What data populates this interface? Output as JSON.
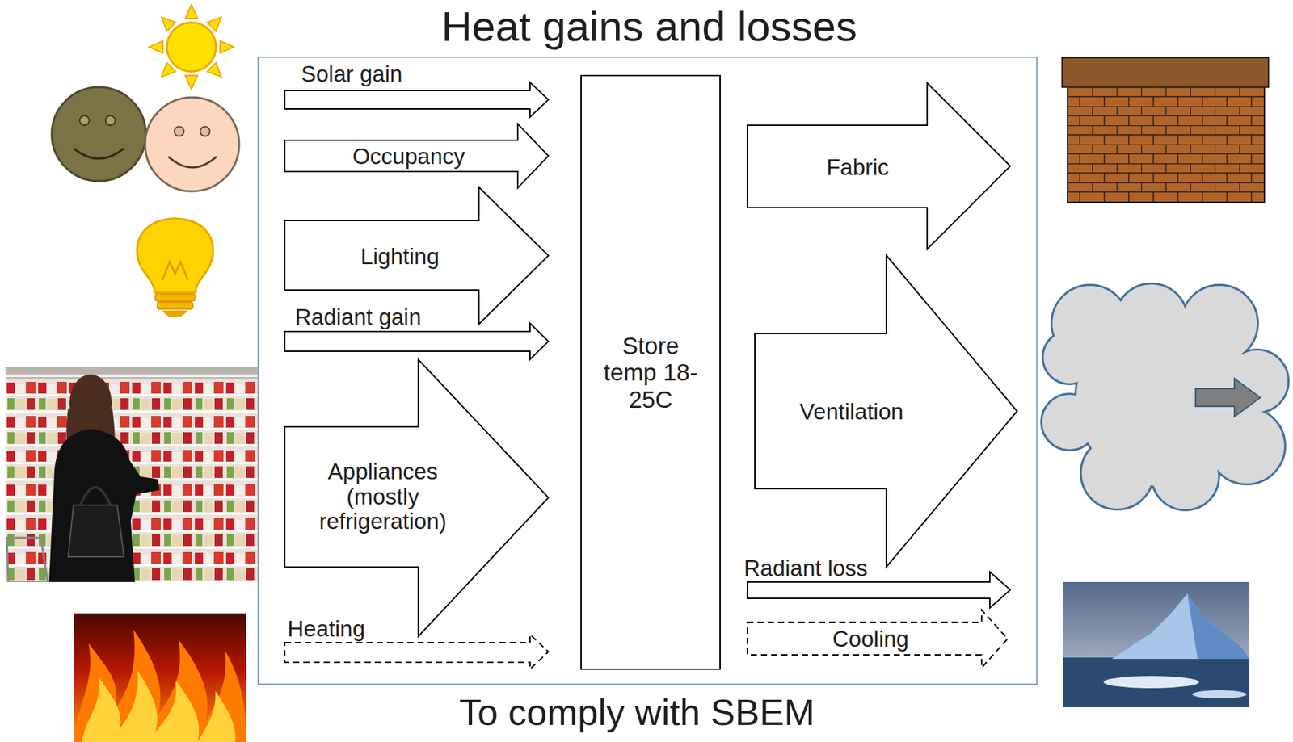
{
  "diagram": {
    "title": "Heat gains and losses",
    "caption": "To comply with SBEM",
    "nodes": [
      {
        "text": [
          "Solar gain"
        ]
      },
      {
        "text": [
          "Occupancy"
        ]
      },
      {
        "text": [
          "Lighting"
        ]
      },
      {
        "text": [
          "Radiant gain"
        ]
      },
      {
        "text": [
          "Appliances (mostly refrigeration)"
        ]
      },
      {
        "text": [
          "Heating"
        ]
      },
      {
        "text": [
          "Store temp 18-25C"
        ]
      },
      {
        "text": [
          "Fabric"
        ]
      },
      {
        "text": [
          "Ventilation"
        ]
      },
      {
        "text": [
          "Radiant loss"
        ]
      },
      {
        "text": [
          "Cooling"
        ]
      }
    ]
  }
}
